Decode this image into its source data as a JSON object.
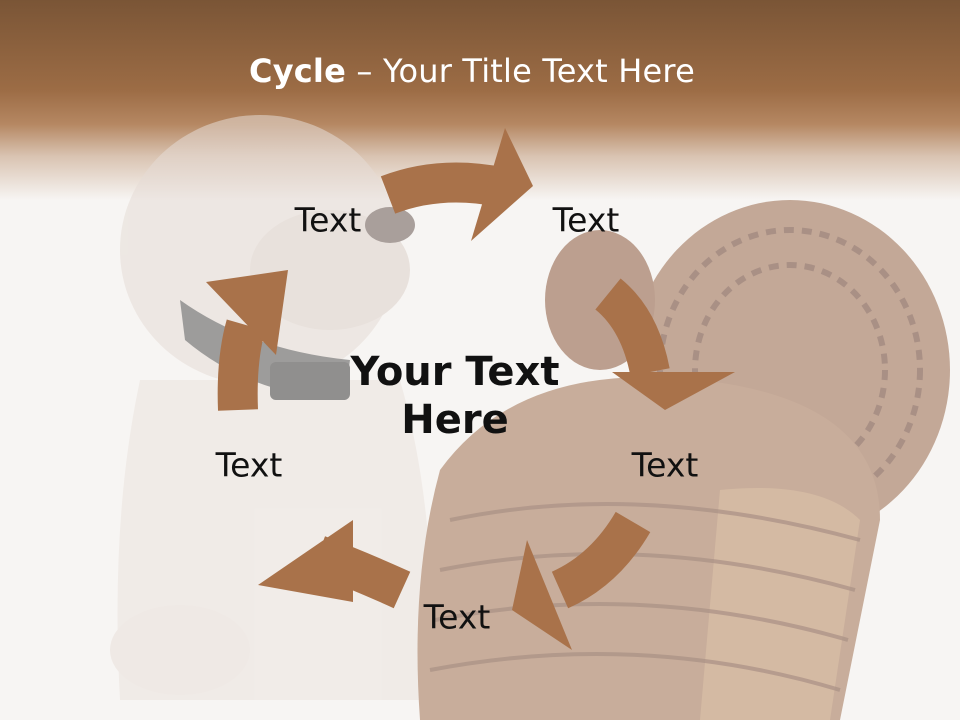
{
  "title": {
    "bold": "Cycle",
    "separator": " – ",
    "rest": "Your Title Text Here"
  },
  "center_text": "Your Text Here",
  "nodes": [
    {
      "id": "top-left",
      "label": "Text"
    },
    {
      "id": "top-right",
      "label": "Text"
    },
    {
      "id": "right",
      "label": "Text"
    },
    {
      "id": "bottom",
      "label": "Text"
    },
    {
      "id": "left",
      "label": "Text"
    }
  ],
  "colors": {
    "arrow": "#a9724a",
    "header": "#8b6140"
  }
}
